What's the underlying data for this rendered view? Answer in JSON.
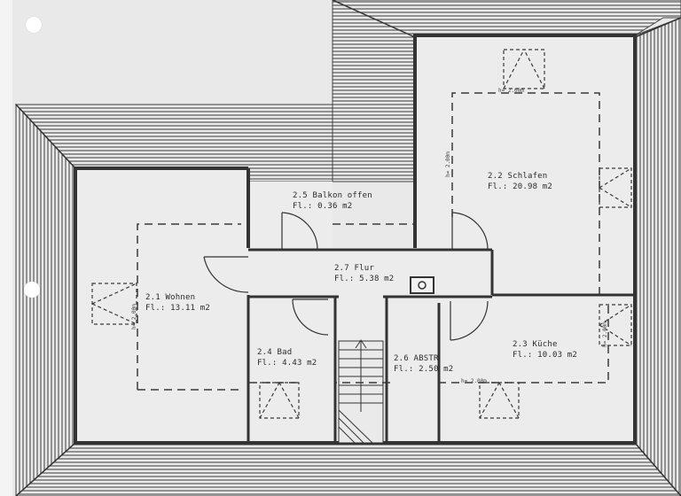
{
  "rooms": [
    {
      "id": "wohnen",
      "name": "2.1 Wohnen",
      "area": "Fl.: 13.11 m2"
    },
    {
      "id": "schlafen",
      "name": "2.2 Schlafen",
      "area": "Fl.: 20.98 m2"
    },
    {
      "id": "kueche",
      "name": "2.3 Küche",
      "area": "Fl.: 10.03 m2"
    },
    {
      "id": "bad",
      "name": "2.4 Bad",
      "area": "Fl.: 4.43 m2"
    },
    {
      "id": "balkon",
      "name": "2.5 Balkon offen",
      "area": "Fl.: 0.36 m2"
    },
    {
      "id": "abstr",
      "name": "2.6 ABSTR",
      "area": "Fl.: 2.50 m2"
    },
    {
      "id": "flur",
      "name": "2.7 Flur",
      "area": "Fl.: 5.38 m2"
    }
  ],
  "dimensions": {
    "schlafen_top": "h= 2.00m",
    "schlafen_left": "h= 2.00m",
    "wohnen_left": "h= 2.00m",
    "kueche_right": "h= 2.00m",
    "kueche_bottom": "h= 2.00m"
  },
  "colors": {
    "paper": "#e9e9ea",
    "wall": "#333333",
    "roof_hatch": "#4a4a4a",
    "dashed": "#3a3a3a"
  }
}
